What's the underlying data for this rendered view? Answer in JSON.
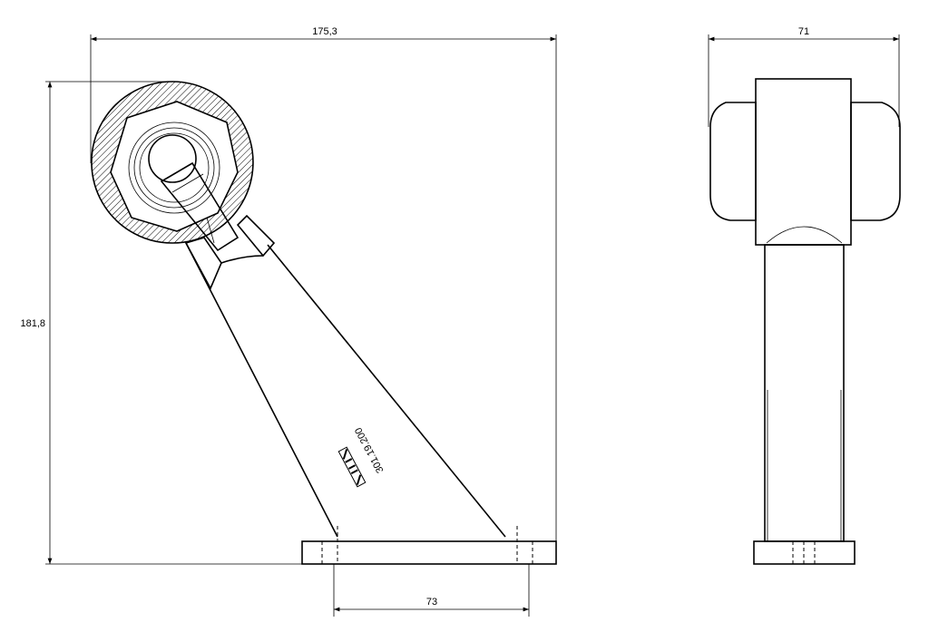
{
  "dimensions": {
    "overall_width": "175,3",
    "overall_height": "181,8",
    "base_hole_spacing": "73",
    "side_width": "71"
  },
  "part_marking": {
    "part_number": "301.19.200",
    "logo_text": "FWM"
  }
}
